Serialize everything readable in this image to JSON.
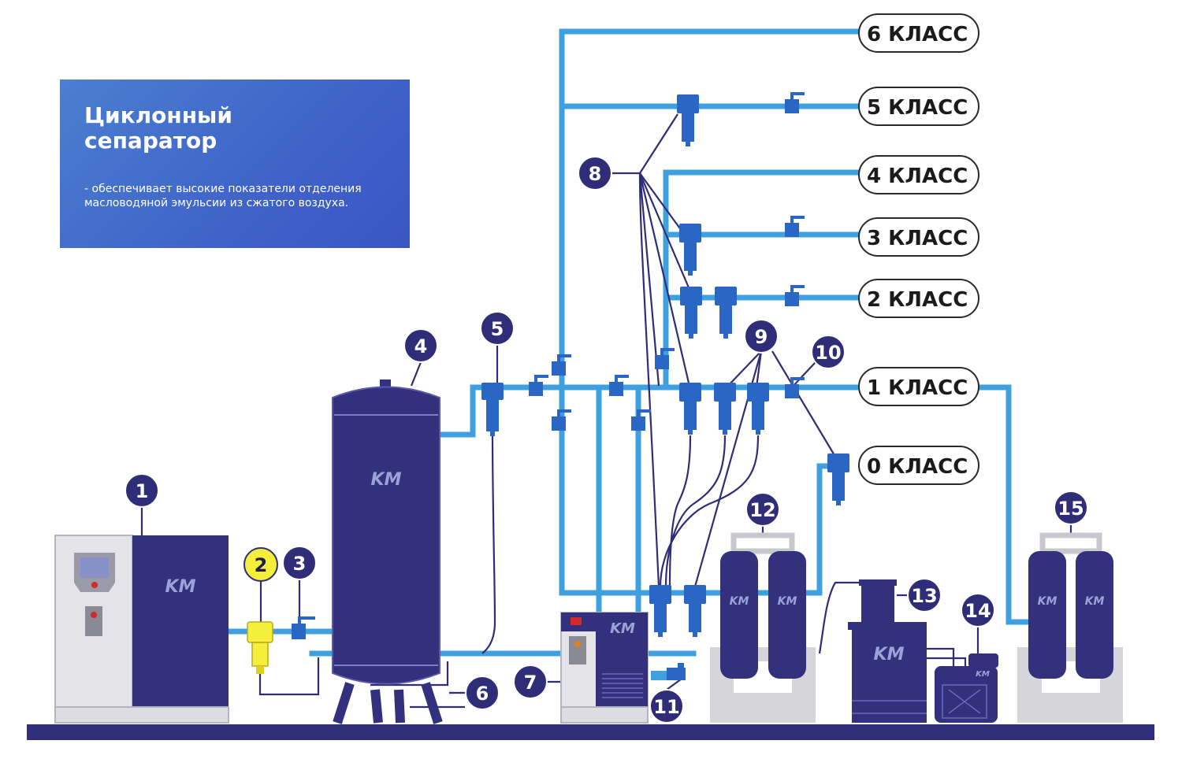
{
  "info": {
    "title": "Циклонный\nсепаратор",
    "description": "- обеспечивает высокие показатели отделения масловодяной эмульсии из сжатого воздуха."
  },
  "classes": [
    "6 КЛАСС",
    "5 КЛАСС",
    "4 КЛАСС",
    "3 КЛАСС",
    "2 КЛАСС",
    "1 КЛАСС",
    "0 КЛАСС"
  ],
  "markers": [
    "1",
    "2",
    "3",
    "4",
    "5",
    "6",
    "7",
    "8",
    "9",
    "10",
    "11",
    "12",
    "13",
    "14",
    "15"
  ],
  "logo": "KM",
  "colors": {
    "pipe": "#3fa0e0",
    "equipment": "#33307e",
    "filter": "#2a67c4",
    "marker": "#2f2d78",
    "marker_highlight": "#f4ef3a",
    "floor": "#312e7c",
    "frame": "#c8c8cc"
  }
}
